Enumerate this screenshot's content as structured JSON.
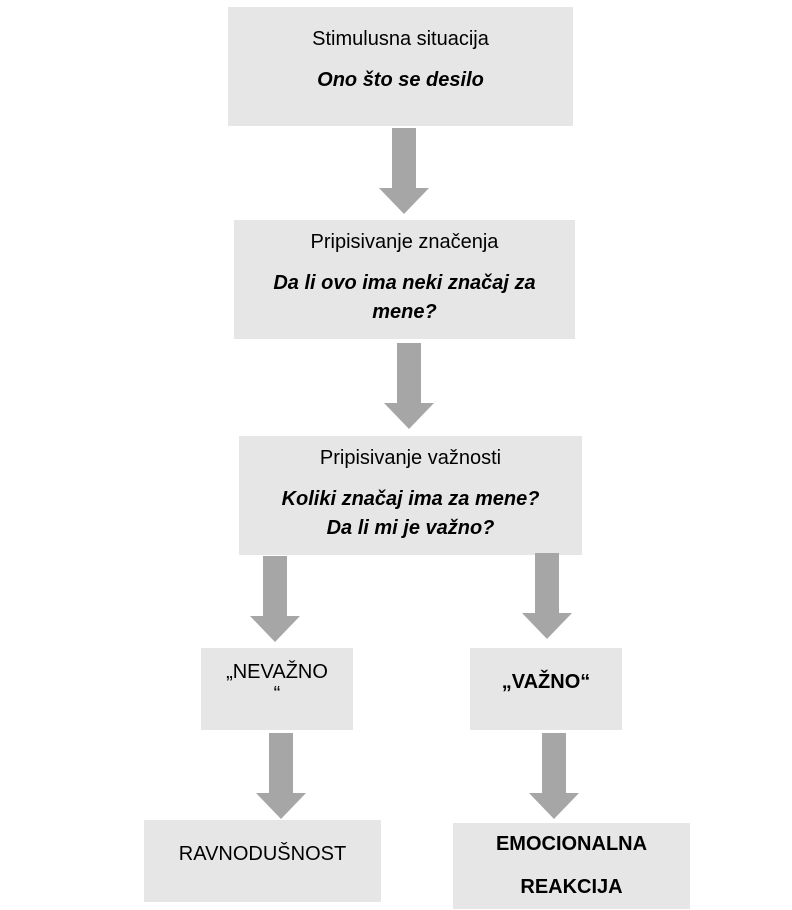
{
  "diagram": {
    "box1": {
      "title": "Stimulusna situacija",
      "subtitle": "Ono što se desilo"
    },
    "box2": {
      "title": "Pripisivanje značenja",
      "subtitle_line1": "Da li ovo ima neki značaj za",
      "subtitle_line2": "mene?"
    },
    "box3": {
      "title": "Pripisivanje važnosti",
      "subtitle_line1": "Koliki značaj ima za mene?",
      "subtitle_line2": "Da li mi je važno?"
    },
    "box_left": {
      "line1": "„NEVAŽNO",
      "line2": "“"
    },
    "box_right": {
      "label": "„VAŽNO“"
    },
    "box_left_result": {
      "label": "RAVNODUŠNOST"
    },
    "box_right_result": {
      "line1": "EMOCIONALNA",
      "line2": "REAKCIJA"
    },
    "colors": {
      "box_fill": "#e6e6e6",
      "arrow_fill": "#a6a6a6"
    }
  }
}
